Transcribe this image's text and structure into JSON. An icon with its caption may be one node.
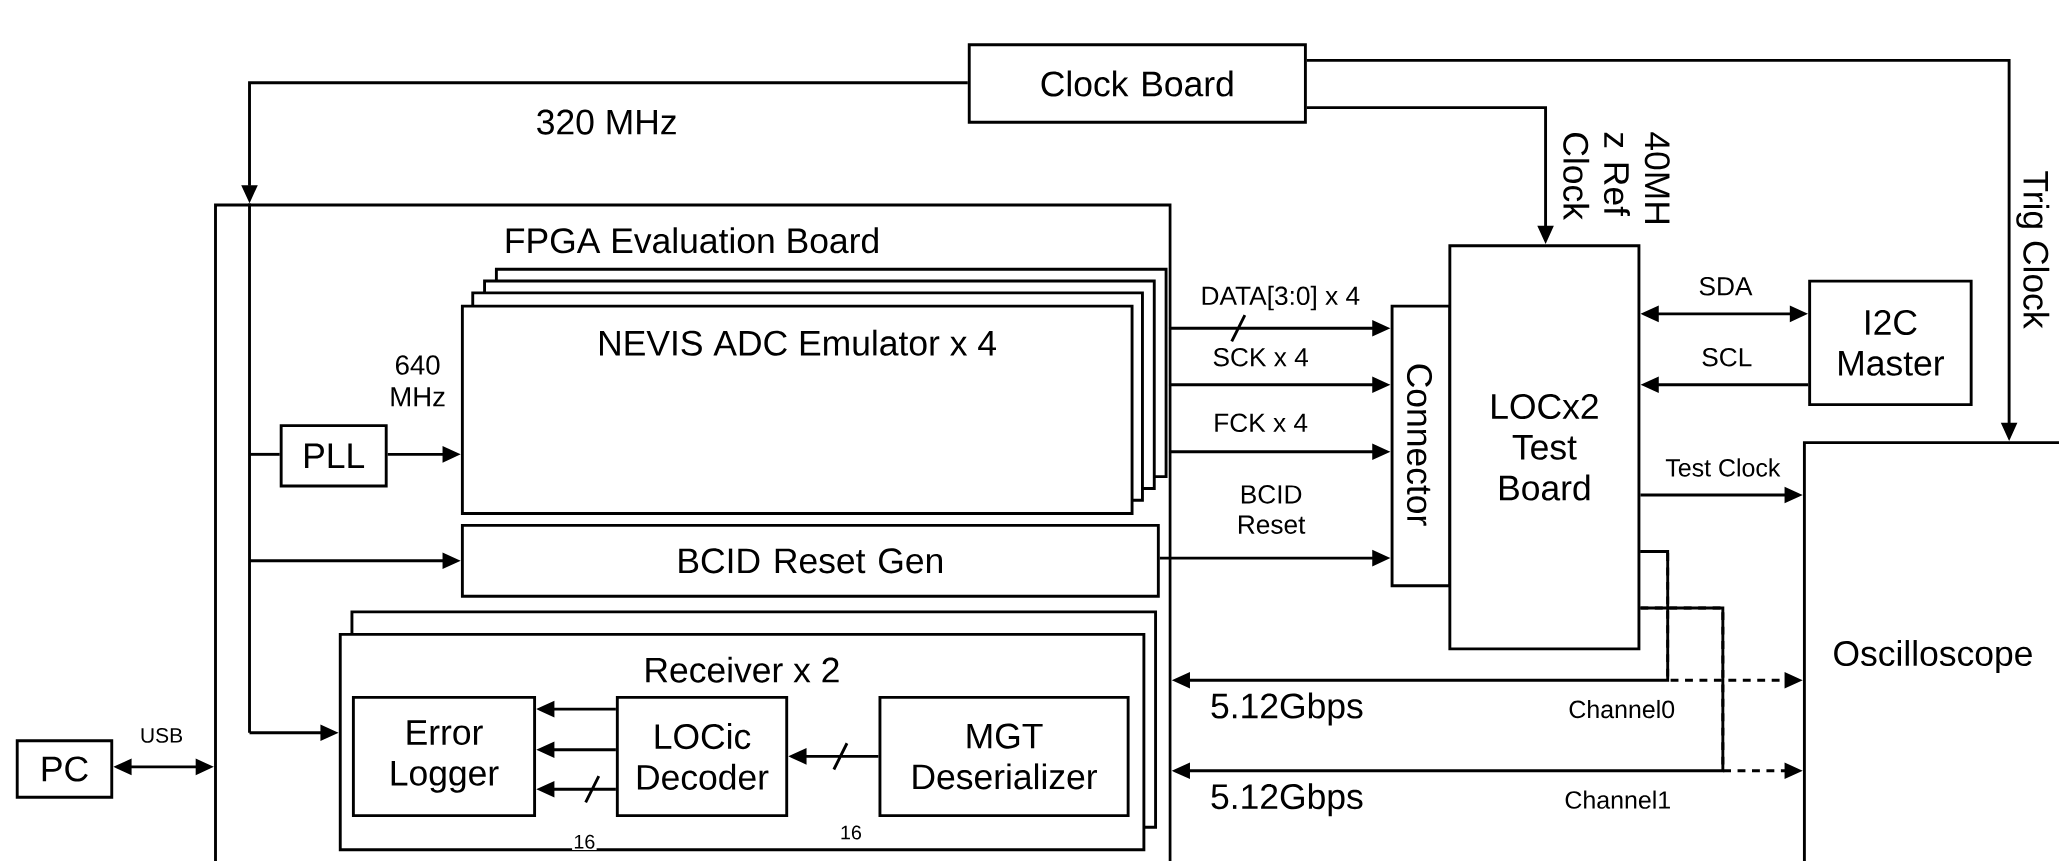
{
  "diagram": {
    "nodes": [
      {
        "text": [
          "Clock Board"
        ]
      },
      {
        "text": [
          "FPGA Evaluation Board"
        ]
      },
      {
        "text": [
          "NEVIS ADC Emulator x 4"
        ],
        "in": 1
      },
      {
        "text": [
          "PLL"
        ],
        "in": 1
      },
      {
        "text": [
          "BCID Reset Gen"
        ],
        "in": 1
      },
      {
        "text": [
          "Receiver x 2"
        ],
        "in": 1
      },
      {
        "text": [
          "Error Logger"
        ],
        "in": 5
      },
      {
        "text": [
          "LOCic Decoder"
        ],
        "in": 5
      },
      {
        "text": [
          "MGT Deserializer"
        ],
        "in": 5
      },
      {
        "text": [
          "PC"
        ]
      },
      {
        "text": [
          "Connector"
        ]
      },
      {
        "text": [
          "LOCx2 Test Board"
        ]
      },
      {
        "text": [
          "I2C Master"
        ]
      },
      {
        "text": [
          "Oscilloscope"
        ]
      }
    ],
    "edges": [
      {
        "from": 0,
        "to": 1,
        "arrow": "to",
        "label": "320 MHz"
      },
      {
        "from": 1,
        "to": 3,
        "arrow": "none"
      },
      {
        "from": 1,
        "to": 4,
        "arrow": "to"
      },
      {
        "from": 1,
        "to": 5,
        "arrow": "to"
      },
      {
        "from": 3,
        "to": 2,
        "arrow": "to",
        "label": "640 MHz"
      },
      {
        "from": 2,
        "to": 10,
        "arrow": "to",
        "label": "DATA[3:0] x 4"
      },
      {
        "from": 2,
        "to": 10,
        "arrow": "to",
        "label": "SCK x 4"
      },
      {
        "from": 2,
        "to": 10,
        "arrow": "to",
        "label": "FCK x 4"
      },
      {
        "from": 4,
        "to": 10,
        "arrow": "to",
        "label": "BCID Reset"
      },
      {
        "from": 0,
        "to": 11,
        "arrow": "to",
        "label": "40MH z Ref Clock"
      },
      {
        "from": 0,
        "to": 13,
        "arrow": "to",
        "label": "Trig Clock"
      },
      {
        "from": 11,
        "to": 12,
        "arrow": "both",
        "label": "SDA"
      },
      {
        "from": 12,
        "to": 11,
        "arrow": "to",
        "label": "SCL"
      },
      {
        "from": 11,
        "to": 13,
        "arrow": "to",
        "label": "Test Clock"
      },
      {
        "from": 11,
        "to": 1,
        "arrow": "to",
        "label": "5.12Gbps"
      },
      {
        "from": 11,
        "to": 13,
        "arrow": "to",
        "style": "dashed"
      },
      {
        "from": 11,
        "to": 1,
        "arrow": "to",
        "label": "5.12Gbps"
      },
      {
        "from": 11,
        "to": 13,
        "arrow": "to",
        "style": "dashed"
      },
      {
        "from": 9,
        "to": 1,
        "arrow": "both",
        "label": "USB"
      },
      {
        "from": 8,
        "to": 7,
        "arrow": "to",
        "label": "16"
      },
      {
        "from": 7,
        "to": 6,
        "arrow": "to"
      },
      {
        "from": 7,
        "to": 6,
        "arrow": "to"
      },
      {
        "from": 7,
        "to": 6,
        "arrow": "to",
        "label": "16"
      }
    ],
    "labels": [
      "Channel0",
      "Channel1"
    ]
  }
}
